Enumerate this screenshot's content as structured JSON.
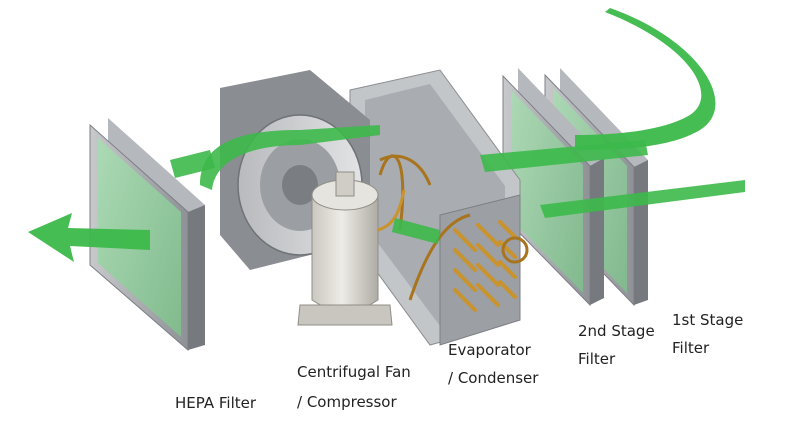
{
  "labels": {
    "hepa_filter": "HEPA Filter",
    "fan_line1": "Centrifugal Fan",
    "fan_line2": "/ Compressor",
    "evap_line1": "Evaporator",
    "evap_line2": "/ Condenser",
    "stage2_line1": "2nd Stage",
    "stage2_line2": "Filter",
    "stage1_line1": "1st Stage",
    "stage1_line2": "Filter"
  },
  "colors": {
    "airflow": "#3cb94a",
    "filter_frame": "#9a9da3",
    "filter_media": "#9fd3a8",
    "copper_pipe": "#c9932e",
    "compressor": "#d9d7cf",
    "housing": "#b9bcc0"
  },
  "icons": {
    "airflow": "green-arrow",
    "component": "exploded-view-part"
  }
}
